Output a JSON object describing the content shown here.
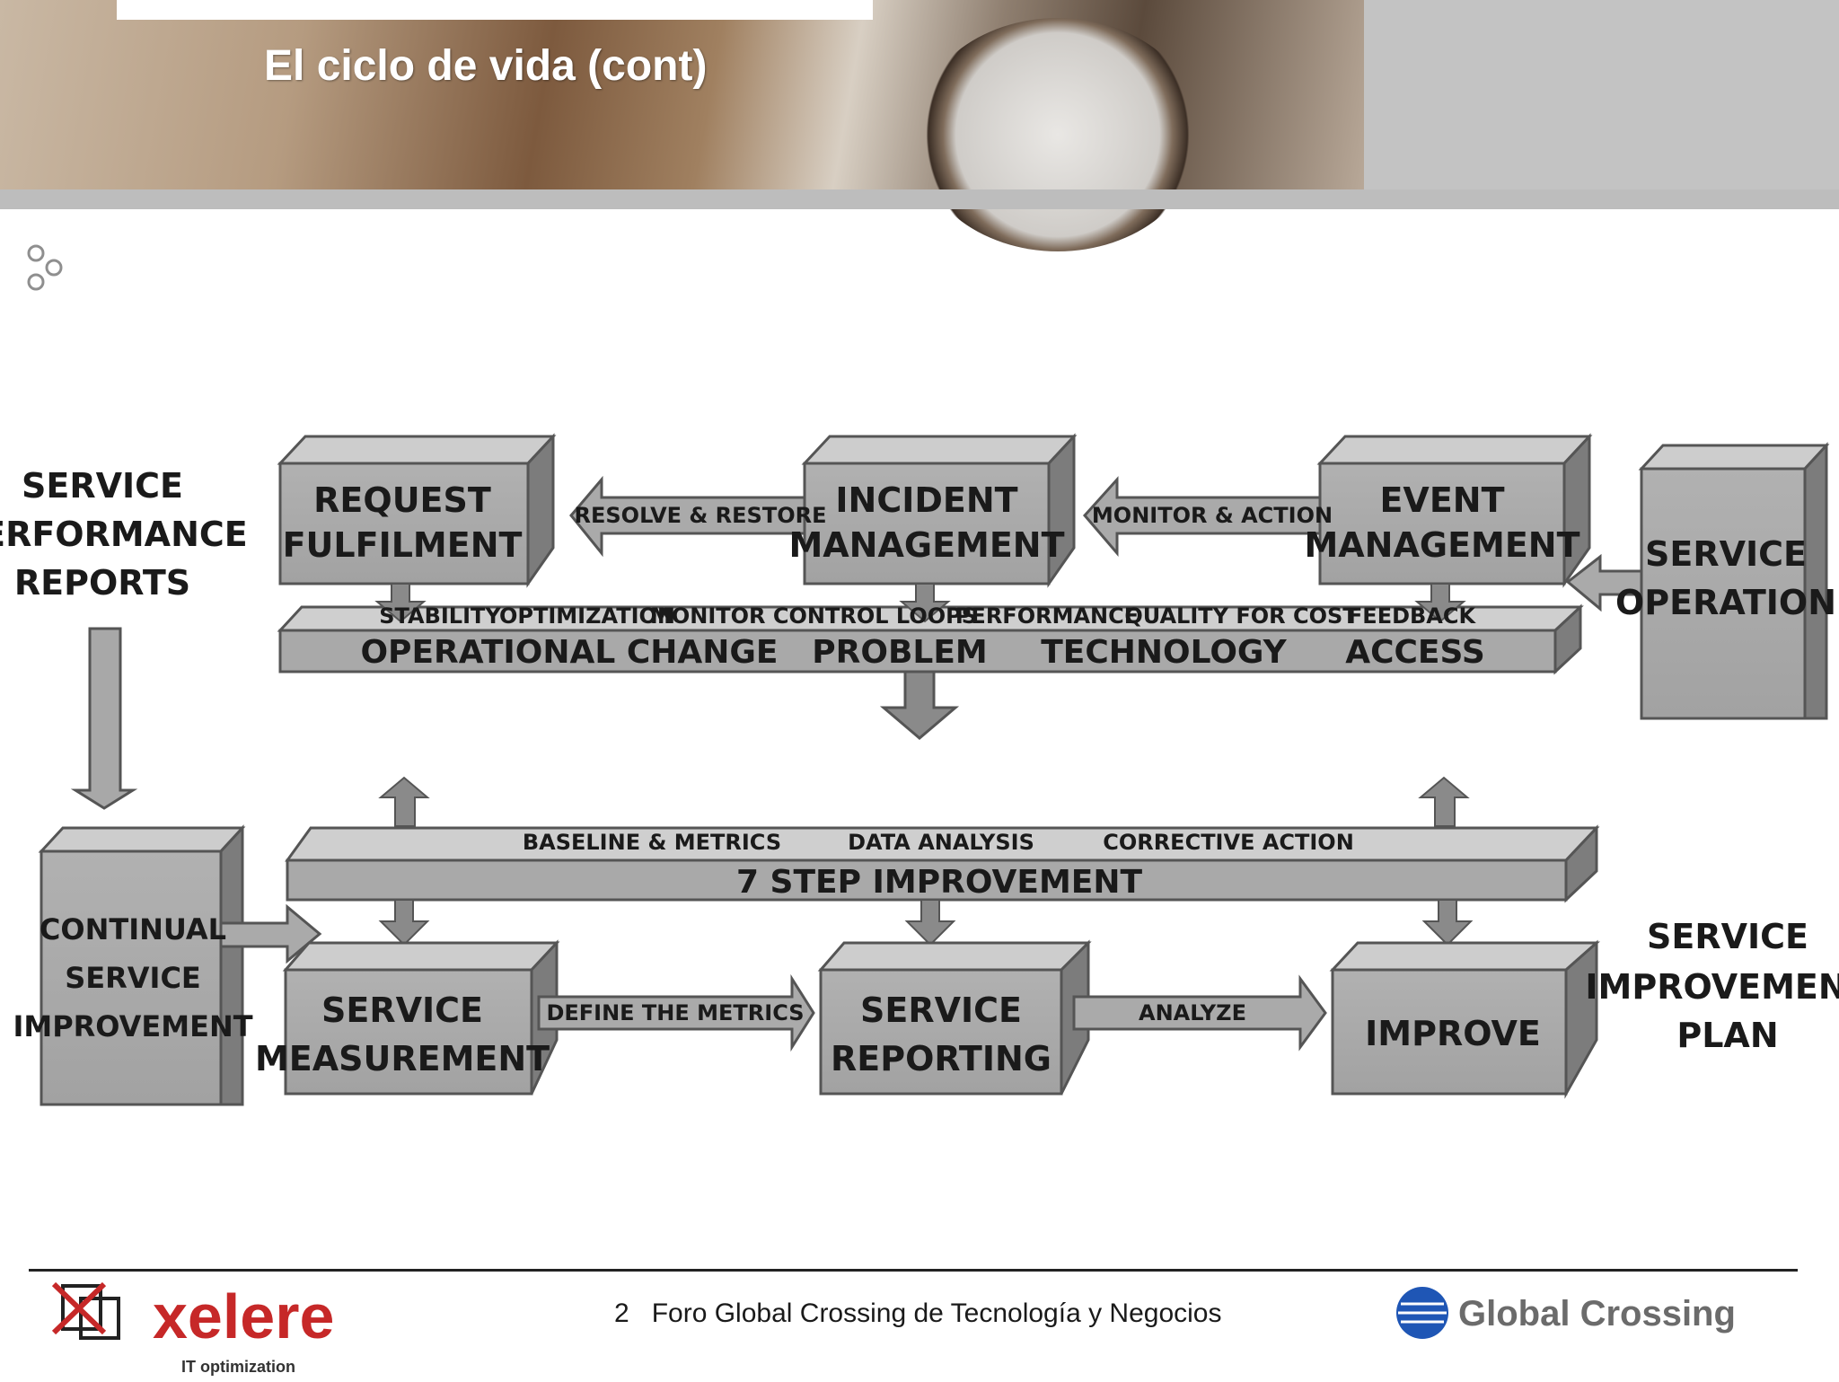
{
  "slide": {
    "title": "El ciclo de vida (cont)",
    "page_number": "2",
    "footer_text": "Foro Global Crossing de Tecnología y Negocios"
  },
  "logos": {
    "xelere_name": "xelere",
    "xelere_tagline": "IT optimization",
    "global_crossing_name": "Global Crossing"
  },
  "diagram": {
    "left_label": [
      "SERVICE",
      "PERFORMANCE",
      "REPORTS"
    ],
    "right_top_label": [
      "SERVICE",
      "OPERATION"
    ],
    "right_bottom_label": [
      "SERVICE",
      "IMPROVEMENT",
      "PLAN"
    ],
    "top_boxes": [
      {
        "lines": [
          "REQUEST",
          "FULFILMENT"
        ]
      },
      {
        "lines": [
          "INCIDENT",
          "MANAGEMENT"
        ]
      },
      {
        "lines": [
          "EVENT",
          "MANAGEMENT"
        ]
      }
    ],
    "top_arrows": [
      "RESOLVE & RESTORE",
      "MONITOR & ACTION"
    ],
    "top_bar_small": [
      "STABILITY",
      "OPTIMIZATION",
      "MONITOR CONTROL LOOPS",
      "PERFORMANCE",
      "QUALITY FOR COST",
      "FEEDBACK"
    ],
    "top_bar_large": [
      "OPERATIONAL CHANGE",
      "PROBLEM",
      "TECHNOLOGY",
      "ACCESS"
    ],
    "csi_box": [
      "CONTINUAL",
      "SERVICE",
      "IMPROVEMENT"
    ],
    "bottom_bar_small": [
      "BASELINE & METRICS",
      "DATA ANALYSIS",
      "CORRECTIVE ACTION"
    ],
    "bottom_bar_large": "7 STEP IMPROVEMENT",
    "bottom_boxes": [
      {
        "lines": [
          "SERVICE",
          "MEASUREMENT"
        ]
      },
      {
        "lines": [
          "SERVICE",
          "REPORTING"
        ]
      },
      {
        "lines": [
          "IMPROVE"
        ]
      }
    ],
    "bottom_arrows": [
      "DEFINE THE METRICS",
      "ANALYZE"
    ]
  }
}
